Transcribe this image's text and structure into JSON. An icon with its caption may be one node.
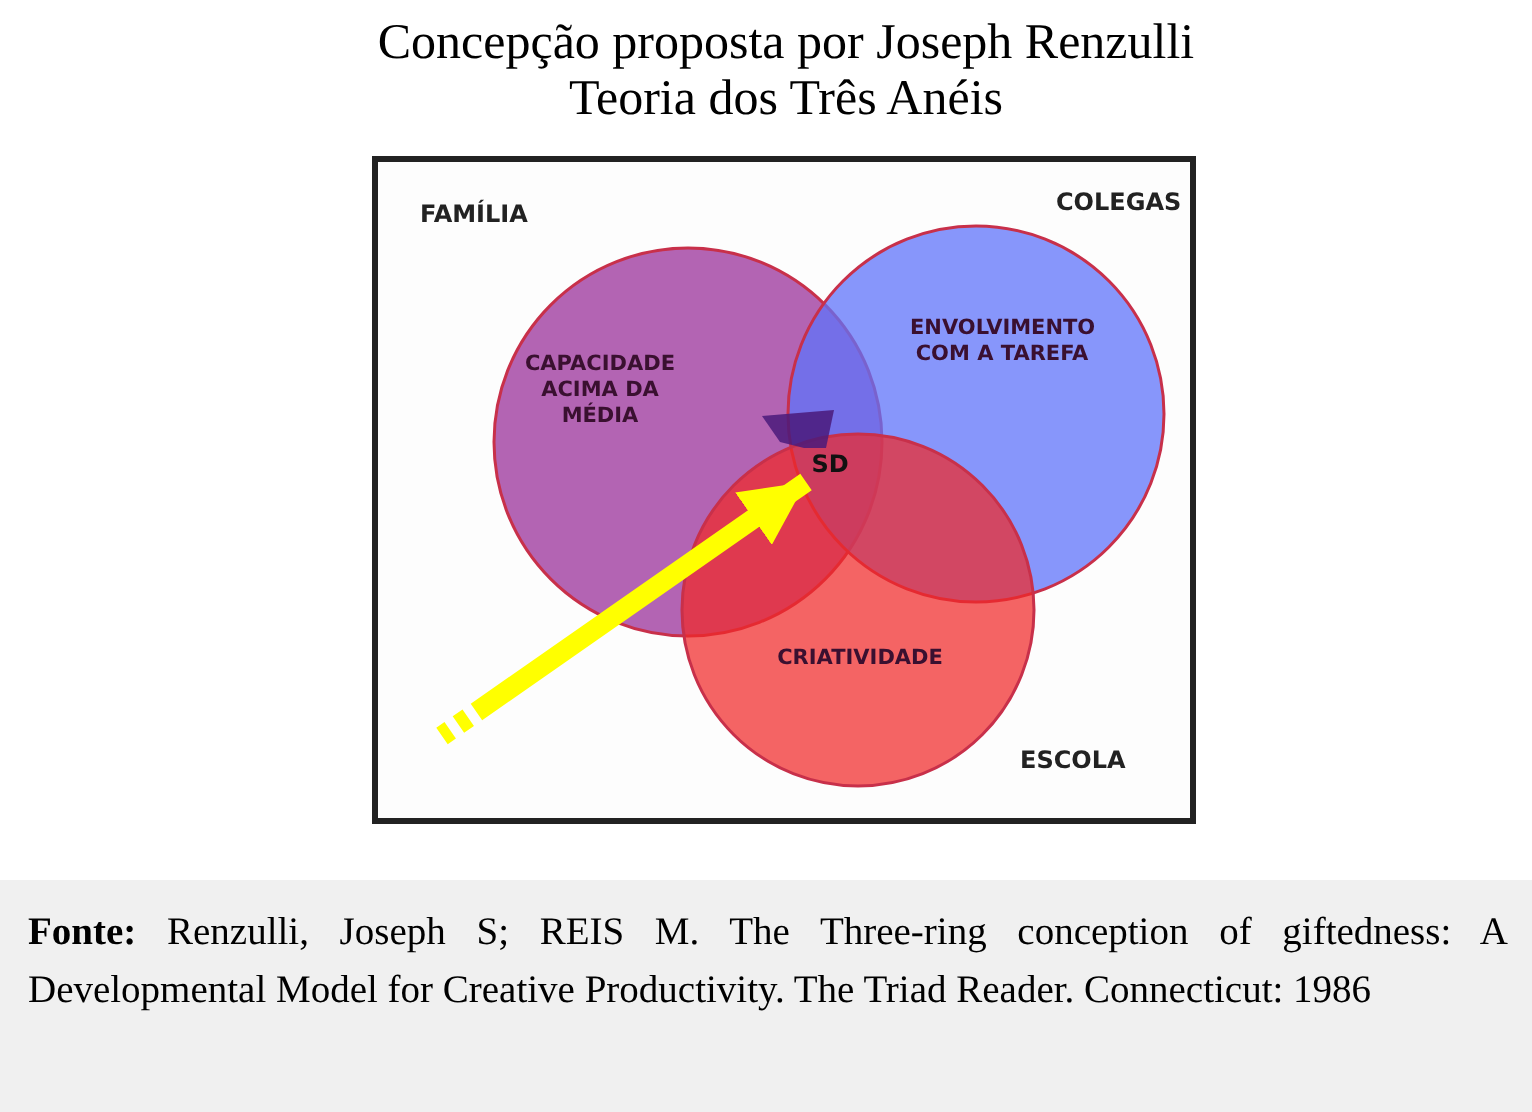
{
  "diagram": {
    "title": "Concepção proposta por Joseph Renzulli Teoria dos Três Anéis",
    "caption": "**Fonte:** Renzulli, Joseph S; REIS M. The Three-ring conception of giftedness: A Developmental Model for Creative Productivity. The Triad Reader. Connecticut: 1986",
    "nodes": [
      {
        "text": [
          "CAPACIDADE ACIMA DA MÉDIA"
        ]
      },
      {
        "text": [
          "ENVOLVIMENTO COM A TAREFA"
        ]
      },
      {
        "text": [
          "CRIATIVIDADE"
        ]
      },
      {
        "text": [
          "SD"
        ]
      }
    ],
    "edges": [
      {
        "from": null,
        "to": 3,
        "arrow": "to",
        "color": "#ffff00"
      }
    ],
    "labels": [
      "FAMÍLIA",
      "COLEGAS",
      "ESCOLA"
    ]
  }
}
